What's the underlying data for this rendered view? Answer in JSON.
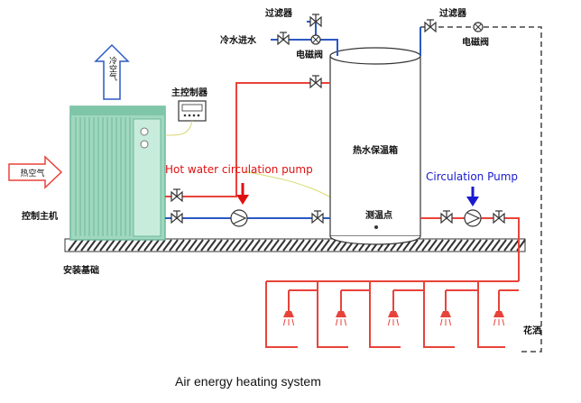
{
  "labels": {
    "cold_air": "冷空气",
    "hot_air": "热空气",
    "main_controller": "主控制器",
    "control_host": "控制主机",
    "install_base": "安装基础",
    "filter_left": "过滤器",
    "cold_water_inlet": "冷水进水",
    "solenoid_left": "电磁阀",
    "filter_right": "过滤器",
    "solenoid_right": "电磁阀",
    "tank": "热水保温箱",
    "temp_point": "测温点",
    "shower": "花洒",
    "hot_pump_en": "Hot water circulation pump",
    "circ_pump_en": "Circulation Pump",
    "caption": "Air energy heating system"
  },
  "colors": {
    "hot_pipe": "#e8433a",
    "cold_pipe": "#2b59c3",
    "unit_green": "#8fd0b4",
    "hot_pump_arrow": "#e01010",
    "circ_pump_arrow": "#1a1ad0",
    "shower_head": "#e8433a"
  }
}
